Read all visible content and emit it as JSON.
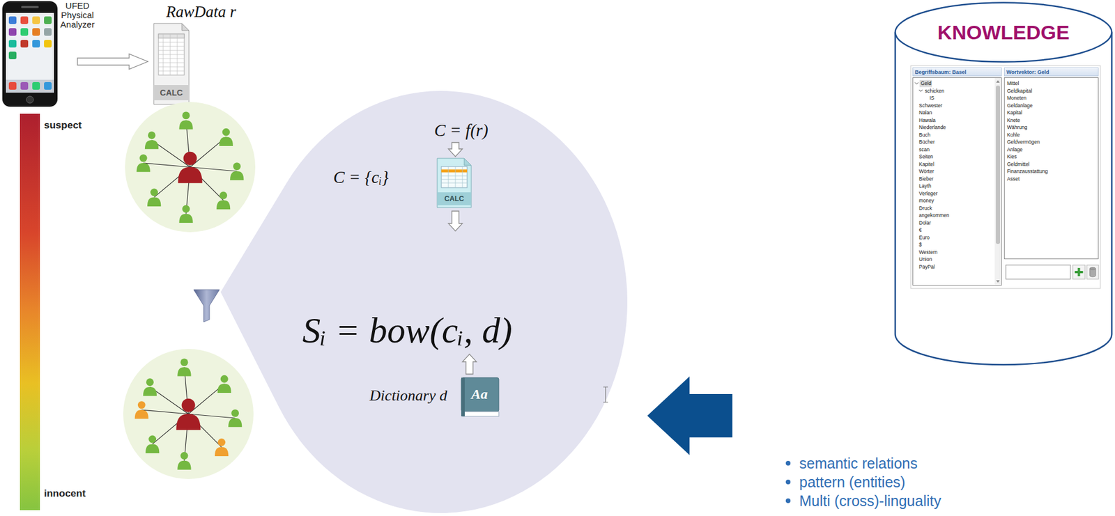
{
  "diagram": {
    "nodes": [
      {
        "text": [
          "C = f(r)",
          "C = {cᵢ}",
          "Sᵢ = bow(cᵢ, d)",
          "Dictionary d"
        ]
      },
      {
        "text": [
          "KNOWLEDGE"
        ]
      },
      {
        "text": [
          "Begriffsbaum: Basel",
          "Geld",
          "schicken",
          "IS",
          "Schwester",
          "Nalan",
          "Hawala",
          "Niederlande",
          "Buch",
          "Bücher",
          "scan",
          "Seiten",
          "Kapitel",
          "Wörter",
          "Bieber",
          "Layth",
          "Verleger",
          "money",
          "Druck",
          "angekommen",
          "Dolar",
          "€",
          "Euro",
          "$",
          "Western",
          "Union",
          "PayPal"
        ],
        "in": 1
      },
      {
        "text": [
          "Wortvektor: Geld",
          "Mittel",
          "Geldkapital",
          "Moneten",
          "Geldanlage",
          "Kapital",
          "Knete",
          "Währung",
          "Kohle",
          "Geldvermögen",
          "Anlage",
          "Kies",
          "Geldmittel",
          "Finanzausstattung",
          "Asset"
        ],
        "in": 1
      }
    ],
    "edges": [
      {
        "from": 1,
        "to": 0,
        "arrow": "to"
      }
    ],
    "labels": [
      "UFED Physical Analyzer",
      "RawData r",
      "CALC",
      "suspect",
      "innocent",
      "CALC",
      "Aa",
      "semantic relations",
      "pattern (entities)",
      "Multi (cross)-linguality"
    ]
  }
}
